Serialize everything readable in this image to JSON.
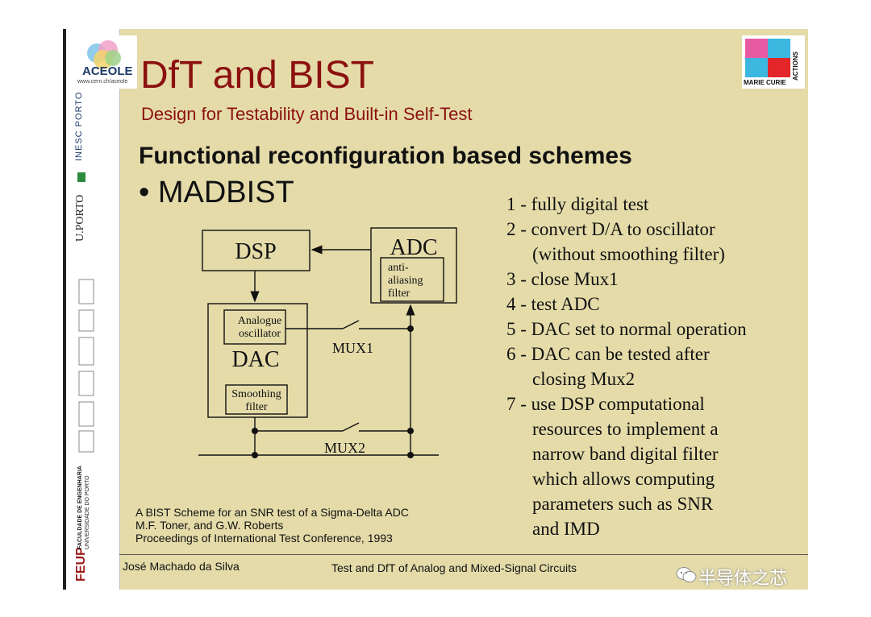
{
  "slide": {
    "title": "DfT and BIST",
    "subtitle": "Design for Testability and Built-in Self-Test",
    "heading": "Functional reconfiguration based schemes",
    "bullet": "•  MADBIST"
  },
  "logos": {
    "aceole": "ACEOLE",
    "aceole_url": "www.cern.ch/aceole",
    "inesc": "INESC PORTO",
    "uporto": "U.PORTO",
    "feup": "FEUP",
    "feup_sub1": "FACULDADE DE ENGENHARIA",
    "feup_sub2": "UNIVERSIDADE DO PORTO",
    "marie_curie": "MARIE CURIE",
    "actions": "ACTIONS"
  },
  "diagram": {
    "dsp": "DSP",
    "adc": "ADC",
    "anti_aliasing": [
      "anti-",
      "aliasing",
      "filter"
    ],
    "analogue_oscillator": [
      "Analogue",
      "oscillator"
    ],
    "dac": "DAC",
    "smoothing_filter": [
      "Smoothing",
      "filter"
    ],
    "mux1": "MUX1",
    "mux2": "MUX2"
  },
  "steps": [
    "1 - fully digital test",
    "2 - convert D/A to oscillator",
    "(without smoothing filter)",
    "3 - close Mux1",
    "4 - test ADC",
    "5 - DAC set to normal operation",
    "6 - DAC can be tested after",
    "closing Mux2",
    "7 - use DSP computational",
    "resources to implement a",
    "narrow band digital filter",
    "which allows computing",
    "parameters such as SNR",
    "and IMD"
  ],
  "reference": [
    "A BIST Scheme for an SNR test of a Sigma-Delta ADC",
    "M.F. Toner, and G.W. Roberts",
    "Proceedings of International Test Conference, 1993"
  ],
  "footer": {
    "author": "José Machado da Silva",
    "course": "Test and DfT of Analog and Mixed-Signal Circuits"
  },
  "watermark": "半导体之芯"
}
